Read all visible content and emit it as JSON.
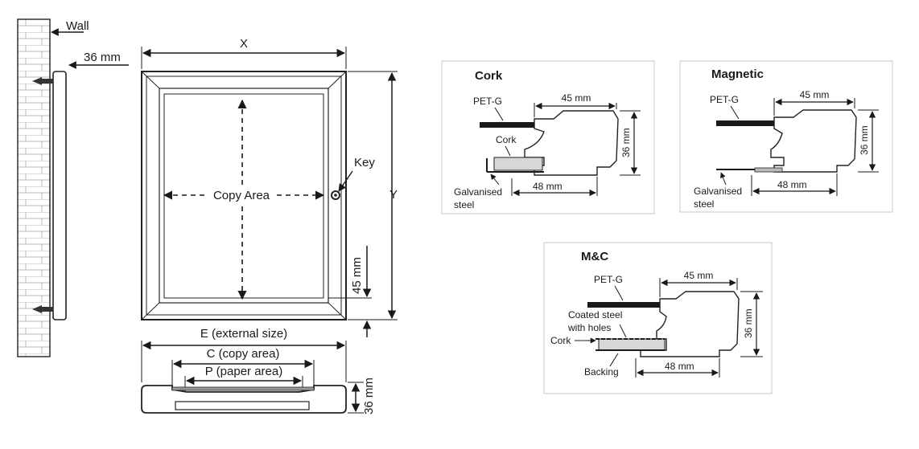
{
  "front_view": {
    "width_label": "X",
    "height_label": "Y",
    "copy_area_label": "Copy Area",
    "key_label": "Key",
    "frame_depth_label": "45 mm"
  },
  "side_view": {
    "wall_label": "Wall",
    "depth_label": "36 mm"
  },
  "bottom_view": {
    "external_label": "E (external size)",
    "copy_label": "C (copy area)",
    "paper_label": "P (paper area)",
    "depth_label": "36 mm"
  },
  "profiles": {
    "cork": {
      "title": "Cork",
      "petg": "PET-G",
      "cork": "Cork",
      "steel_line1": "Galvanised",
      "steel_line2": "steel",
      "top_dim": "45 mm",
      "bottom_dim": "48 mm",
      "height_dim": "36 mm"
    },
    "magnetic": {
      "title": "Magnetic",
      "petg": "PET-G",
      "steel_line1": "Galvanised",
      "steel_line2": "steel",
      "top_dim": "45 mm",
      "bottom_dim": "48 mm",
      "height_dim": "36 mm"
    },
    "mc": {
      "title": "M&C",
      "petg": "PET-G",
      "coated_line1": "Coated steel",
      "coated_line2": "with holes",
      "cork": "Cork",
      "backing": "Backing",
      "top_dim": "45 mm",
      "bottom_dim": "48 mm",
      "height_dim": "36 mm"
    }
  }
}
